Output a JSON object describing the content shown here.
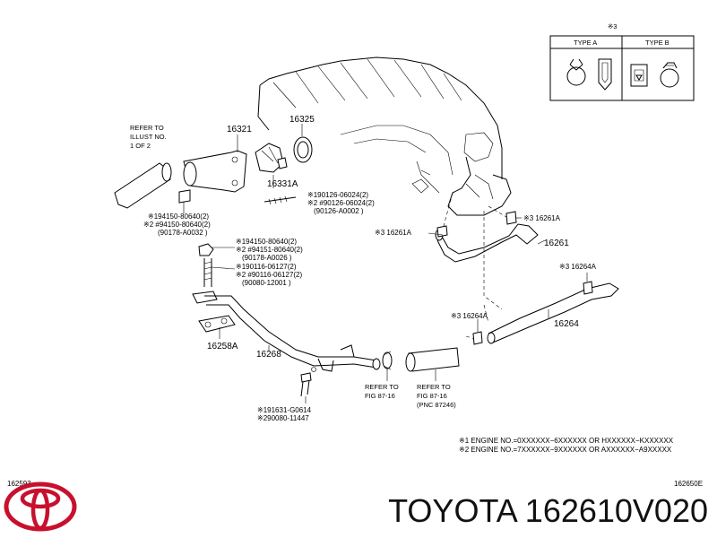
{
  "labels": {
    "refer_illust": [
      "REFER TO",
      "ILLUST NO.",
      "1  OF  2"
    ],
    "p16321": "16321",
    "p16325": "16325",
    "p16331a": "16331A",
    "n_90126_1": "※190126-06024(2)",
    "n_90126_2": "※2 #90126-06024(2)",
    "n_90126_3": "(90126-A0002     )",
    "n_94150_a1": "※194150-80640(2)",
    "n_94150_a2": "※2 #94150-80640(2)",
    "n_94150_a3": "(90178-A0032     )",
    "n_94150_b1": "※194150-80640(2)",
    "n_94150_b2": "※2 #94151-80640(2)",
    "n_94150_b3": "(90178-A0026     )",
    "n_90116_1": "※190116-06127(2)",
    "n_90116_2": "※2 #90116-06127(2)",
    "n_90116_3": "(90080-12001     )",
    "p16258a": "16258A",
    "p16268": "16268",
    "n_91631_1": "※191631-G0614",
    "n_91631_2": "※290080-11447",
    "refer_fig1": [
      "REFER TO",
      "FIG 87-16"
    ],
    "refer_fig2": [
      "REFER TO",
      "FIG 87-16",
      "(PNC 87246)"
    ],
    "p16261a_top": "※3 16261A",
    "p16261a_left": "※3 16261A",
    "p16261": "16261",
    "p16264a_right": "※3 16264A",
    "p16264a_left": "※3 16264A",
    "p16264": "16264",
    "legend_ref": "※3",
    "type_a": "TYPE  A",
    "type_b": "TYPE  B",
    "engine_note_1": "※1 ENGINE NO.=0XXXXXX−6XXXXXX OR HXXXXXX−KXXXXXX",
    "engine_note_2": "※2 ENGINE NO.=7XXXXXX−9XXXXXX OR AXXXXXX−A9XXXXX",
    "code_left": "162593",
    "code_right": "162650E"
  },
  "caption": "TOYOTA 162610V020"
}
